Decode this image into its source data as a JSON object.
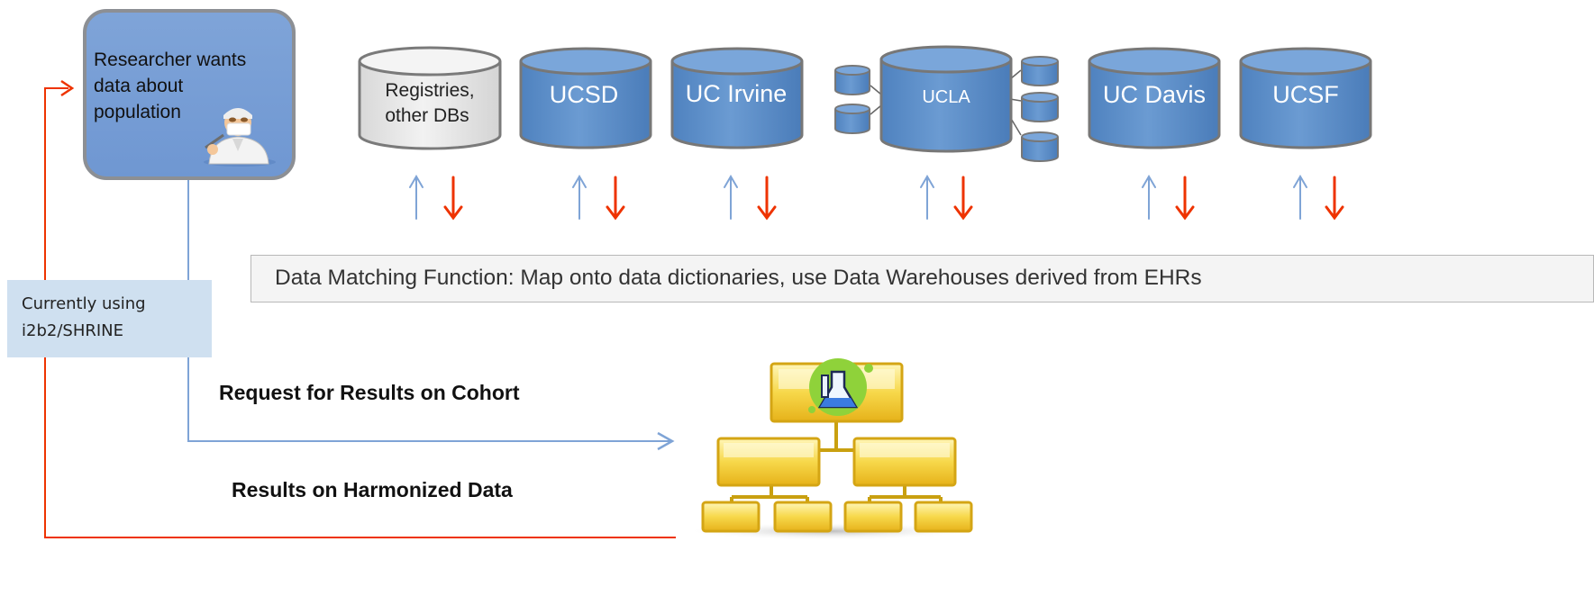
{
  "researcher": {
    "lines": [
      "Researcher wants",
      "data about",
      "population"
    ],
    "icon": "researcher-person-icon"
  },
  "databases": [
    {
      "id": "registries",
      "lines": [
        "Registries,",
        "other DBs"
      ],
      "fill": "#e5e5e5"
    },
    {
      "id": "ucsd",
      "lines": [
        "UCSD"
      ],
      "fill": "#5b8ec8"
    },
    {
      "id": "uc-irvine",
      "lines": [
        "UC Irvine"
      ],
      "fill": "#5b8ec8"
    },
    {
      "id": "ucla",
      "lines": [
        "UCLA"
      ],
      "fill": "#5b8ec8"
    },
    {
      "id": "uc-davis",
      "lines": [
        "UC Davis"
      ],
      "fill": "#5b8ec8"
    },
    {
      "id": "ucsf",
      "lines": [
        "UCSF"
      ],
      "fill": "#5b8ec8"
    }
  ],
  "matching_function": "Data Matching Function: Map onto data dictionaries, use Data Warehouses derived from EHRs",
  "shrine": {
    "lines": [
      "Currently using",
      "i2b2/SHRINE"
    ]
  },
  "flows": {
    "request": "Request for Results on Cohort",
    "results": "Results on Harmonized Data"
  },
  "hierarchy_icon": "data-hierarchy-lab-icon",
  "colors": {
    "request_arrow": "#7fa4d6",
    "results_arrow": "#ee3300",
    "db_blue": "#5b8ec8",
    "box_gold": "#f0c020"
  }
}
